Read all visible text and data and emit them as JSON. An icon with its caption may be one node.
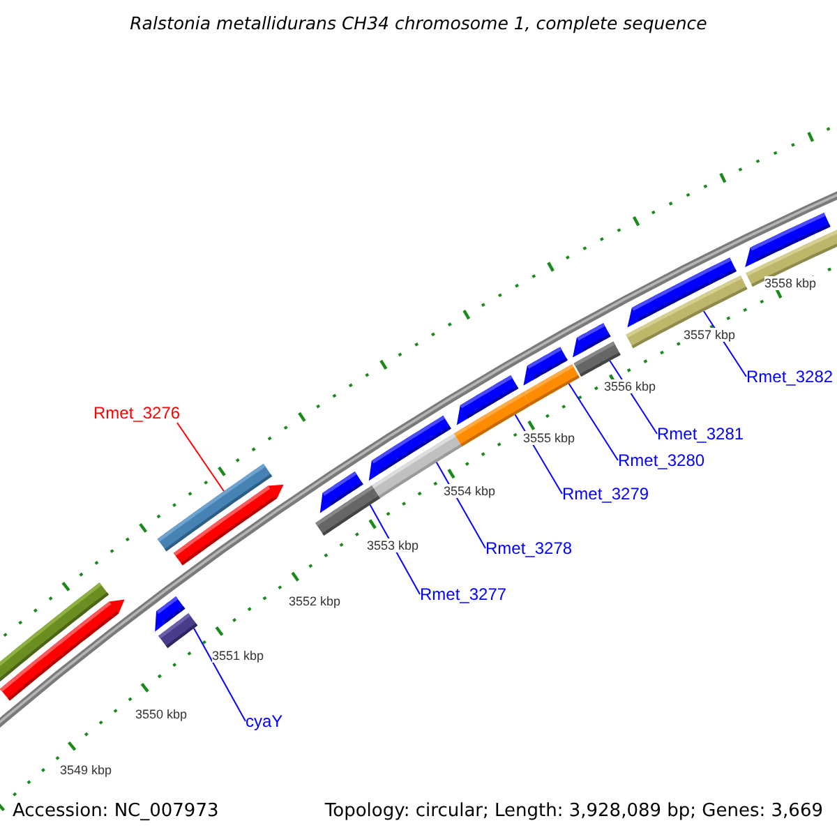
{
  "diagram": {
    "title": "Ralstonia metallidurans CH34 chromosome 1, complete sequence",
    "nodes": [
      {
        "text": [
          "Rmet_3282"
        ]
      },
      {
        "text": [
          "Rmet_3276"
        ]
      },
      {
        "text": [
          "Rmet_3281"
        ]
      },
      {
        "text": [
          "Rmet_3280"
        ]
      },
      {
        "text": [
          "Rmet_3279"
        ]
      },
      {
        "text": [
          "Rmet_3278"
        ]
      },
      {
        "text": [
          "Rmet_3277"
        ]
      },
      {
        "text": [
          "cyaY"
        ]
      },
      {
        "text": [],
        "shape": "bar"
      },
      {
        "text": [],
        "shape": "bar"
      },
      {
        "text": [],
        "shape": "bar"
      },
      {
        "text": [],
        "shape": "bar"
      },
      {
        "text": [],
        "shape": "bar"
      },
      {
        "text": [],
        "shape": "bar"
      },
      {
        "text": [],
        "shape": "bar"
      },
      {
        "text": [],
        "shape": "bar"
      },
      {
        "text": [],
        "shape": "bar"
      },
      {
        "text": [],
        "shape": "bar"
      },
      {
        "text": [],
        "shape": "bar"
      },
      {
        "text": [],
        "shape": "bar"
      },
      {
        "text": [],
        "shape": "bar"
      },
      {
        "text": [],
        "shape": "bar"
      },
      {
        "text": [],
        "shape": "bar"
      },
      {
        "text": [],
        "shape": "bar"
      },
      {
        "text": [],
        "shape": "bar"
      },
      {
        "text": [],
        "shape": "bar"
      },
      {
        "text": [],
        "shape": "bar"
      },
      {
        "text": [],
        "shape": "bar"
      }
    ],
    "edges": [
      {
        "from": 0,
        "to": 25,
        "arrow": "none"
      },
      {
        "from": 1,
        "to": 12,
        "arrow": "none",
        "color": "#ff0000"
      },
      {
        "from": 2,
        "to": 23,
        "arrow": "none"
      },
      {
        "from": 3,
        "to": 20,
        "arrow": "none"
      },
      {
        "from": 4,
        "to": 19,
        "arrow": "none"
      },
      {
        "from": 5,
        "to": 17,
        "arrow": "none"
      },
      {
        "from": 6,
        "to": 15,
        "arrow": "none"
      },
      {
        "from": 7,
        "to": 11,
        "arrow": "none"
      }
    ],
    "labels": [
      "3558 kbp",
      "3557 kbp",
      "3556 kbp",
      "3555 kbp",
      "3554 kbp",
      "3553 kbp",
      "3552 kbp",
      "3551 kbp",
      "3550 kbp",
      "3549 kbp",
      "Accession: NC_007973",
      "Topology: circular; Length: 3,928,089 bp; Genes: 3,669"
    ]
  }
}
